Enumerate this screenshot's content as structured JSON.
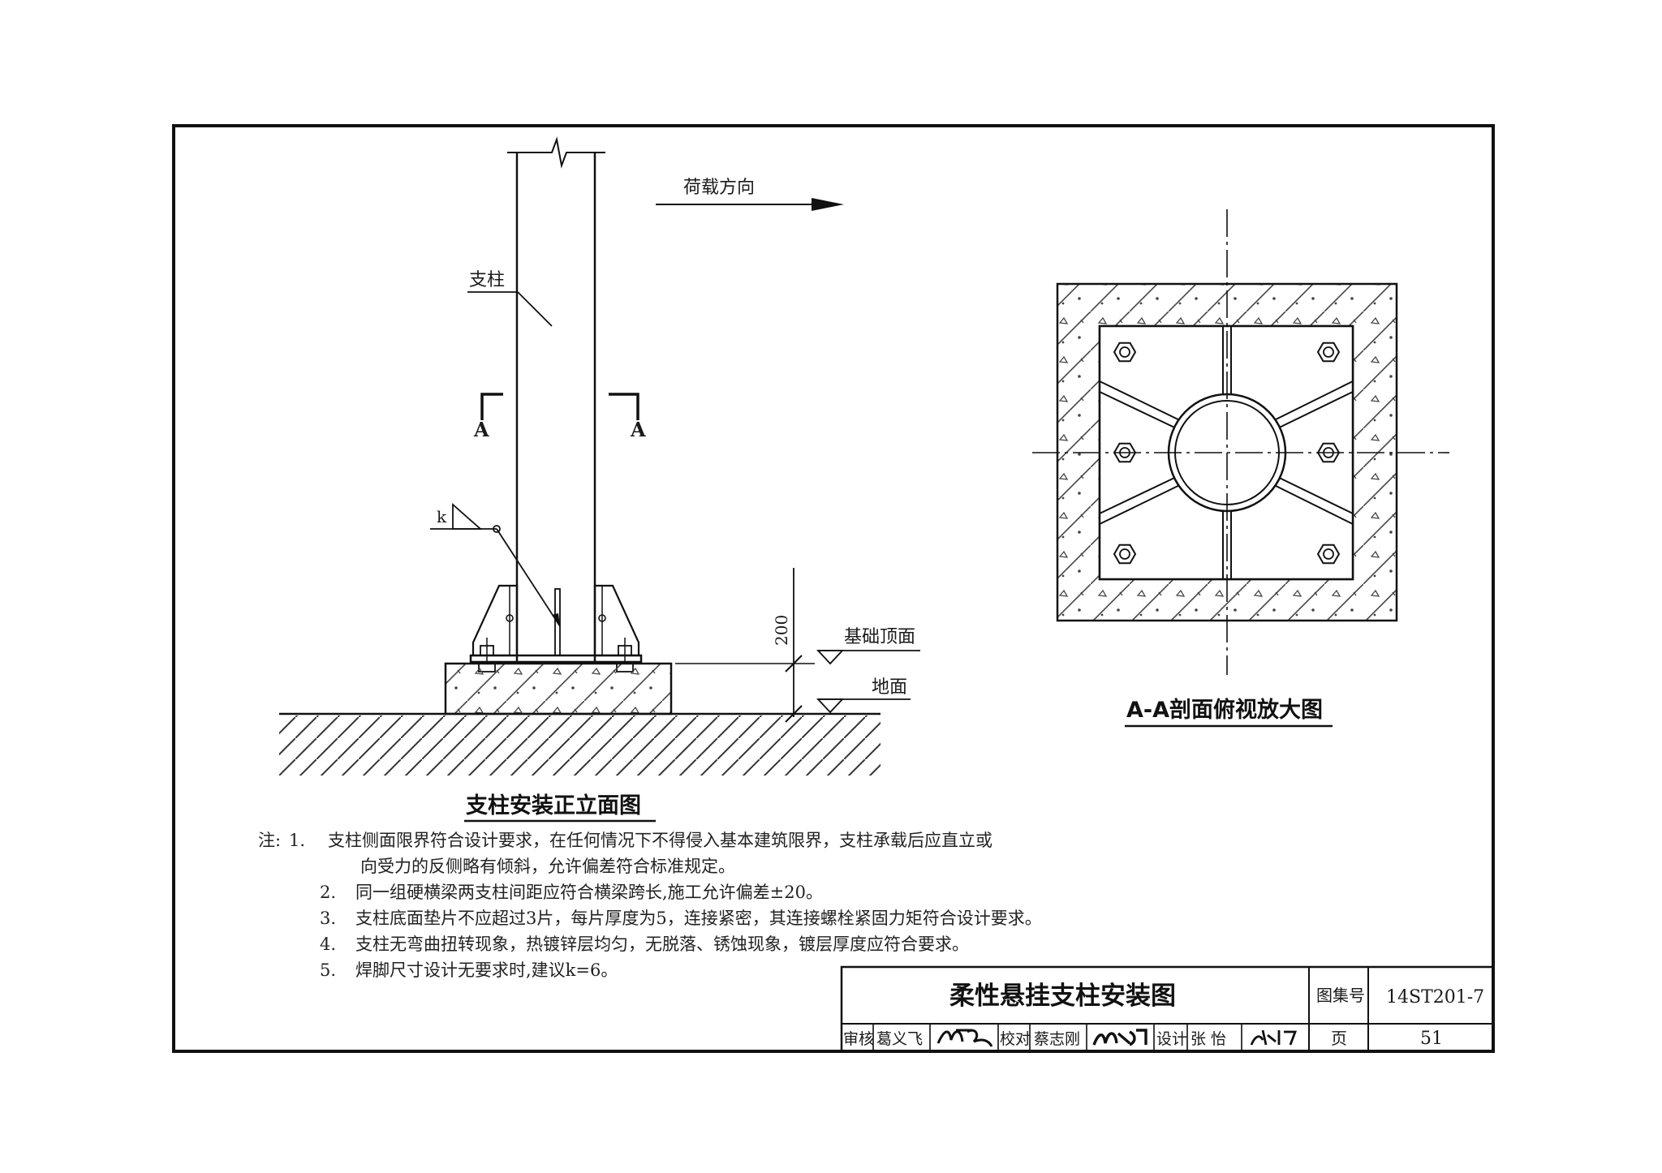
{
  "elevation": {
    "load_direction": "荷载方向",
    "column_label": "支柱",
    "section_mark_left": "A",
    "section_mark_right": "A",
    "weld_symbol": "k",
    "dimension_200": "200",
    "foundation_top_label": "基础顶面",
    "ground_label": "地面",
    "title": "支柱安装正立面图"
  },
  "section": {
    "title": "A-A剖面俯视放大图"
  },
  "notes": {
    "prefix": "注:",
    "items": [
      {
        "num": "1.",
        "lines": [
          "支柱侧面限界符合设计要求，在任何情况下不得侵入基本建筑限界，支柱承载后应直立或",
          "向受力的反侧略有倾斜，允许偏差符合标准规定。"
        ]
      },
      {
        "num": "2.",
        "lines": [
          "同一组硬横梁两支柱间距应符合横梁跨长,施工允许偏差±20。"
        ]
      },
      {
        "num": "3.",
        "lines": [
          "支柱底面垫片不应超过3片，每片厚度为5，连接紧密，其连接螺栓紧固力矩符合设计要求。"
        ]
      },
      {
        "num": "4.",
        "lines": [
          "支柱无弯曲扭转现象，热镀锌层均匀，无脱落、锈蚀现象，镀层厚度应符合要求。"
        ]
      },
      {
        "num": "5.",
        "lines": [
          "焊脚尺寸设计无要求时,建议k=6。"
        ]
      }
    ]
  },
  "title_block": {
    "drawing_title": "柔性悬挂支柱安装图",
    "atlas_no_label": "图集号",
    "atlas_no": "14ST201-7",
    "review_label": "审核",
    "reviewer": "葛义飞",
    "reviewer_signature": "葛义飞",
    "check_label": "校对",
    "checker": "蔡志刚",
    "checker_signature": "蔡志刚",
    "design_label": "设计",
    "designer": "张  怡",
    "designer_signature": "张怡",
    "page_label": "页",
    "page_no": "51"
  }
}
